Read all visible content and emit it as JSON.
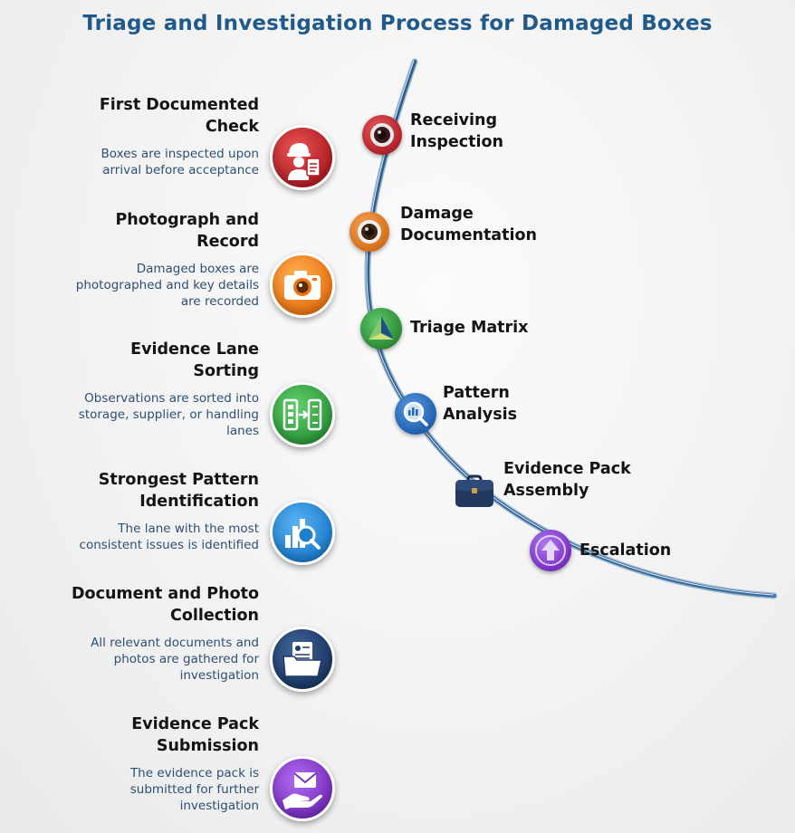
{
  "title": "Triage and Investigation Process for Damaged Boxes",
  "steps": [
    {
      "title_1": "First Documented",
      "title_2": "Check",
      "desc_1": "Boxes are inspected upon",
      "desc_2": "arrival before acceptance",
      "desc_3": "",
      "icon": "worker-clipboard-icon",
      "color": "#c62828"
    },
    {
      "title_1": "Photograph and",
      "title_2": "Record",
      "desc_1": "Damaged boxes are",
      "desc_2": "photographed and key details",
      "desc_3": "are recorded",
      "icon": "camera-icon",
      "color": "#ef7d1a"
    },
    {
      "title_1": "Evidence Lane",
      "title_2": "Sorting",
      "desc_1": "Observations are sorted into",
      "desc_2": "storage, supplier, or handling",
      "desc_3": "lanes",
      "icon": "sorting-icon",
      "color": "#2e9a3c"
    },
    {
      "title_1": "Strongest Pattern",
      "title_2": "Identification",
      "desc_1": "The lane with the most",
      "desc_2": "consistent issues is identified",
      "desc_3": "",
      "icon": "bar-chart-magnifier-icon",
      "color": "#1e7fcf"
    },
    {
      "title_1": "Document and Photo",
      "title_2": "Collection",
      "desc_1": "All relevant documents and",
      "desc_2": "photos are gathered for",
      "desc_3": "investigation",
      "icon": "folder-documents-icon",
      "color": "#1d3a66"
    },
    {
      "title_1": "Evidence Pack",
      "title_2": "Submission",
      "desc_1": "The evidence pack is",
      "desc_2": "submitted for further",
      "desc_3": "investigation",
      "icon": "hand-envelope-icon",
      "color": "#7a2fc0"
    }
  ],
  "timeline": [
    {
      "label_1": "Receiving",
      "label_2": "Inspection",
      "icon": "lens-icon",
      "color": "#b3262d"
    },
    {
      "label_1": "Damage",
      "label_2": "Documentation",
      "icon": "lens-icon",
      "color": "#d9731c"
    },
    {
      "label_1": "Triage Matrix",
      "label_2": "",
      "icon": "triangle-icon",
      "color": "#2f8f3a"
    },
    {
      "label_1": "Pattern",
      "label_2": "Analysis",
      "icon": "magnifier-icon",
      "color": "#2466b4"
    },
    {
      "label_1": "Evidence Pack",
      "label_2": "Assembly",
      "icon": "briefcase-icon",
      "color": "#22385e"
    },
    {
      "label_1": "Escalation",
      "label_2": "",
      "icon": "arrow-up-icon",
      "color": "#7b34c4"
    }
  ]
}
